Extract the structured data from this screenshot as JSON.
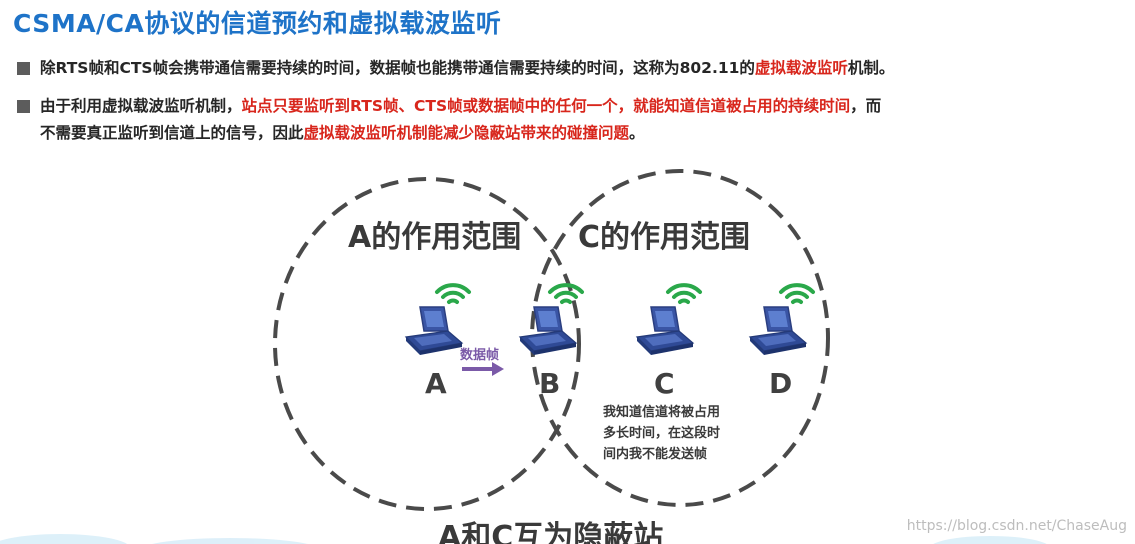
{
  "title": "CSMA/CA协议的信道预约和虚拟载波监听",
  "bullet1": {
    "part1": "除RTS帧和CTS帧会携带通信需要持续的时间，数据帧也能携带通信需要持续的时间，这称为802.11的",
    "part2_red": "虚拟载波监听",
    "part3": "机制。"
  },
  "bullet2": {
    "line1_part1": "由于利用虚拟载波监听机制，",
    "line1_part2_red": "站点只要监听到RTS帧、CTS帧或数据帧中的任何一个，就能知道信道被占用的持续时间",
    "line1_part3": "，而",
    "line2_part1": "不需要真正监听到信道上的信号，因此",
    "line2_part2_red": "虚拟载波监听机制能减少隐蔽站带来的碰撞问题",
    "line2_part3": "。"
  },
  "diagram": {
    "range_a_label": "A的作用范围",
    "range_c_label": "C的作用范围",
    "stations": [
      "A",
      "B",
      "C",
      "D"
    ],
    "frame_label": "数据帧",
    "note_lines": [
      "我知道信道将被占用",
      "多长时间，在这段时",
      "间内我不能发送帧"
    ],
    "bottom_label": "A和C互为隐蔽站",
    "colors": {
      "laptop": "#3a55a5",
      "wifi": "#2aa84a",
      "arrow": "#7b5aa8",
      "circle": "#4a4a4a"
    }
  },
  "watermark": "https://blog.csdn.net/ChaseAug"
}
